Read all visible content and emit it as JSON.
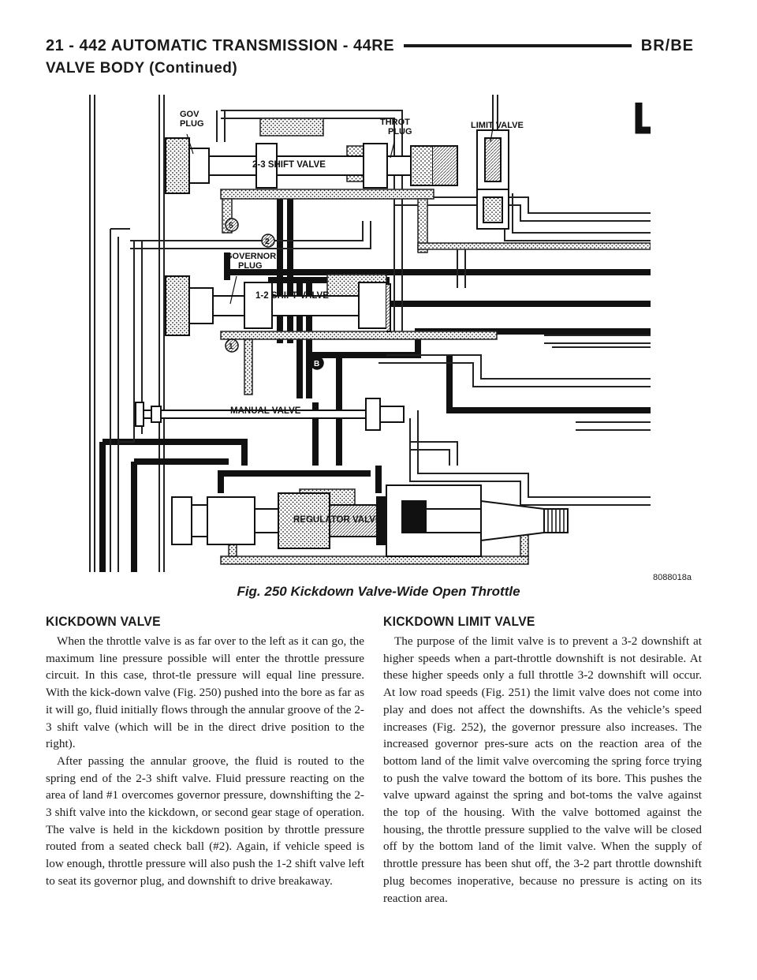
{
  "header": {
    "left": "21 - 442 AUTOMATIC TRANSMISSION - 44RE",
    "right": "BR/BE"
  },
  "section_title": "VALVE BODY (Continued)",
  "figure": {
    "labels": {
      "gov_plug": [
        "GOV",
        "PLUG"
      ],
      "throt_plug": [
        "THROT",
        "PLUG"
      ],
      "limit_valve": "LIMIT VALVE",
      "shift_23": "2-3 SHIFT VALVE",
      "governor_plug": [
        "GOVERNOR",
        "PLUG"
      ],
      "shift_12": "1-2 SHIFT VALVE",
      "manual_valve": "MANUAL VALVE",
      "regulator_valve": "REGULATOR VALVE",
      "ball_5": "5",
      "ball_2": "2",
      "ball_1": "1",
      "ball_b": "B"
    },
    "id": "8088018a",
    "caption": "Fig. 250 Kickdown Valve-Wide Open Throttle"
  },
  "left_column": {
    "heading": "KICKDOWN VALVE",
    "paragraphs": [
      "When the throttle valve is as far over to the left as it can go, the maximum line pressure possible will enter the throttle pressure circuit. In this case, throt-tle pressure will equal line pressure. With the kick-down valve (Fig. 250) pushed into the bore as far as it will go, fluid initially flows through the annular groove of the 2-3 shift valve (which will be in the direct drive position to the right).",
      "After passing the annular groove, the fluid is routed to the spring end of the 2-3 shift valve. Fluid pressure reacting on the area of land #1 overcomes governor pressure, downshifting the 2-3 shift valve into the kickdown, or second gear stage of operation. The valve is held in the kickdown position by throttle pressure routed from a seated check ball (#2). Again, if vehicle speed is low enough, throttle pressure will also push the 1-2 shift valve left to seat its governor plug, and downshift to drive breakaway."
    ]
  },
  "right_column": {
    "heading": "KICKDOWN LIMIT VALVE",
    "paragraphs": [
      "The purpose of the limit valve is to prevent a 3-2 downshift at higher speeds when a part-throttle downshift is not desirable. At these higher speeds only a full throttle 3-2 downshift will occur. At low road speeds (Fig. 251) the limit valve does not come into play and does not affect the downshifts. As the vehicle’s speed increases (Fig. 252), the governor pressure also increases. The increased governor pres-sure acts on the reaction area of the bottom land of the limit valve overcoming the spring force trying to push the valve toward the bottom of its bore. This pushes the valve upward against the spring and bot-toms the valve against the top of the housing. With the valve bottomed against the housing, the throttle pressure supplied to the valve will be closed off by the bottom land of the limit valve. When the supply of throttle pressure has been shut off, the 3-2 part throttle downshift plug becomes inoperative, because no pressure is acting on its reaction area."
    ]
  }
}
